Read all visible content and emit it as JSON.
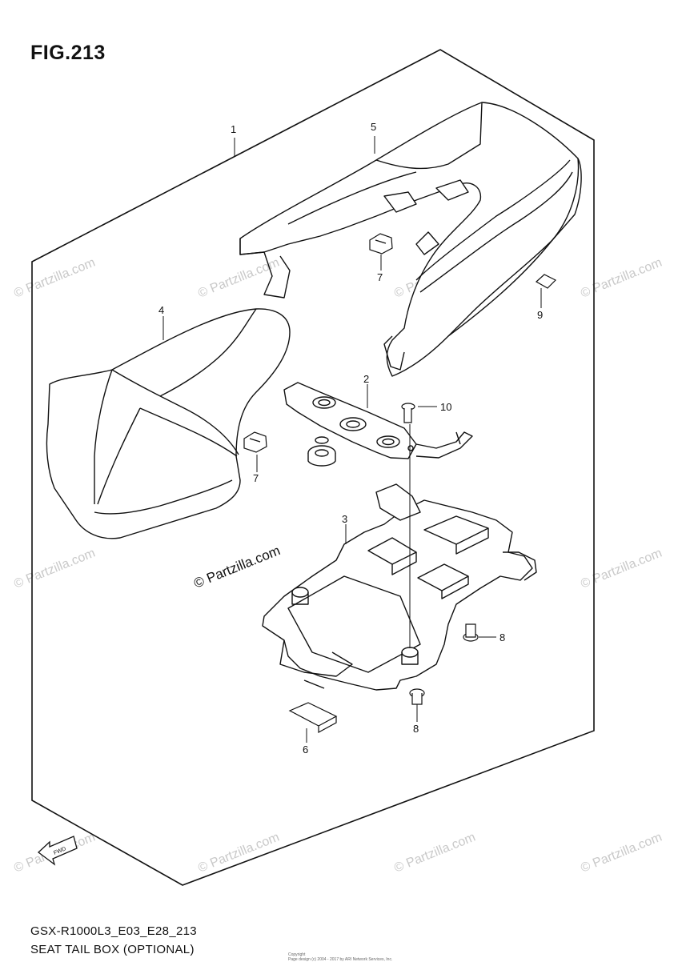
{
  "figure": {
    "title": "FIG.213",
    "model_code": "GSX-R1000L3_E03_E28_213",
    "subtitle": "SEAT TAIL BOX (OPTIONAL)"
  },
  "callouts": {
    "c1": "1",
    "c2": "2",
    "c3": "3",
    "c4": "4",
    "c5": "5",
    "c6": "6",
    "c7a": "7",
    "c7b": "7",
    "c8a": "8",
    "c8b": "8",
    "c9": "9",
    "c10": "10"
  },
  "watermark": {
    "main": "© Partzilla.com",
    "faint": "© Partzilla.com"
  },
  "fwd_label": "FWD",
  "footer": {
    "line1": "Copyright",
    "line2": "Page design (c) 2004 - 2017 by ARI Network Services, Inc."
  }
}
